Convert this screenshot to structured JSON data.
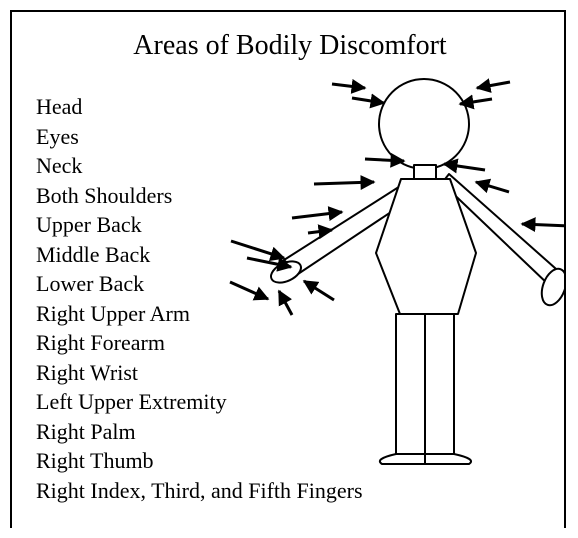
{
  "title": "Areas of Bodily Discomfort",
  "areas": [
    "Head",
    "Eyes",
    "Neck",
    "Both Shoulders",
    "Upper Back",
    "Middle Back",
    "Lower Back",
    "Right Upper Arm",
    "Right Forearm",
    "Right Wrist",
    "Left Upper Extremity",
    "Right Palm",
    "Right Thumb",
    "Right Index, Third, and Fifth Fingers"
  ]
}
